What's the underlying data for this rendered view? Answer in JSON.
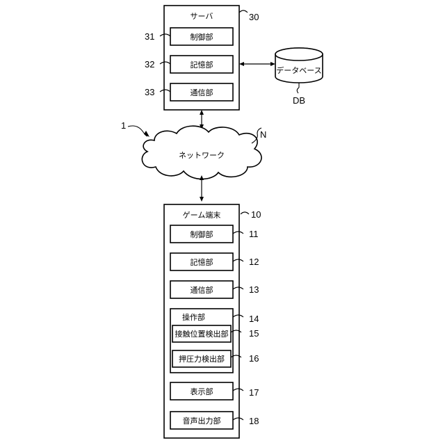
{
  "server": {
    "title": "サーバ",
    "ref": "30",
    "units": [
      {
        "label": "制御部",
        "ref": "31"
      },
      {
        "label": "記憶部",
        "ref": "32"
      },
      {
        "label": "通信部",
        "ref": "33"
      }
    ]
  },
  "database": {
    "label": "データベース",
    "ref": "DB"
  },
  "system_ref": "1",
  "network": {
    "label": "ネットワーク",
    "ref": "N"
  },
  "terminal": {
    "title": "ゲーム端末",
    "ref": "10",
    "units": [
      {
        "label": "制御部",
        "ref": "11"
      },
      {
        "label": "記憶部",
        "ref": "12"
      },
      {
        "label": "通信部",
        "ref": "13"
      }
    ],
    "operation": {
      "label": "操作部",
      "ref": "14",
      "sub": [
        {
          "label": "接触位置検出部",
          "ref": "15"
        },
        {
          "label": "押圧力検出部",
          "ref": "16"
        }
      ]
    },
    "display": {
      "label": "表示部",
      "ref": "17"
    },
    "audio": {
      "label": "音声出力部",
      "ref": "18"
    }
  }
}
